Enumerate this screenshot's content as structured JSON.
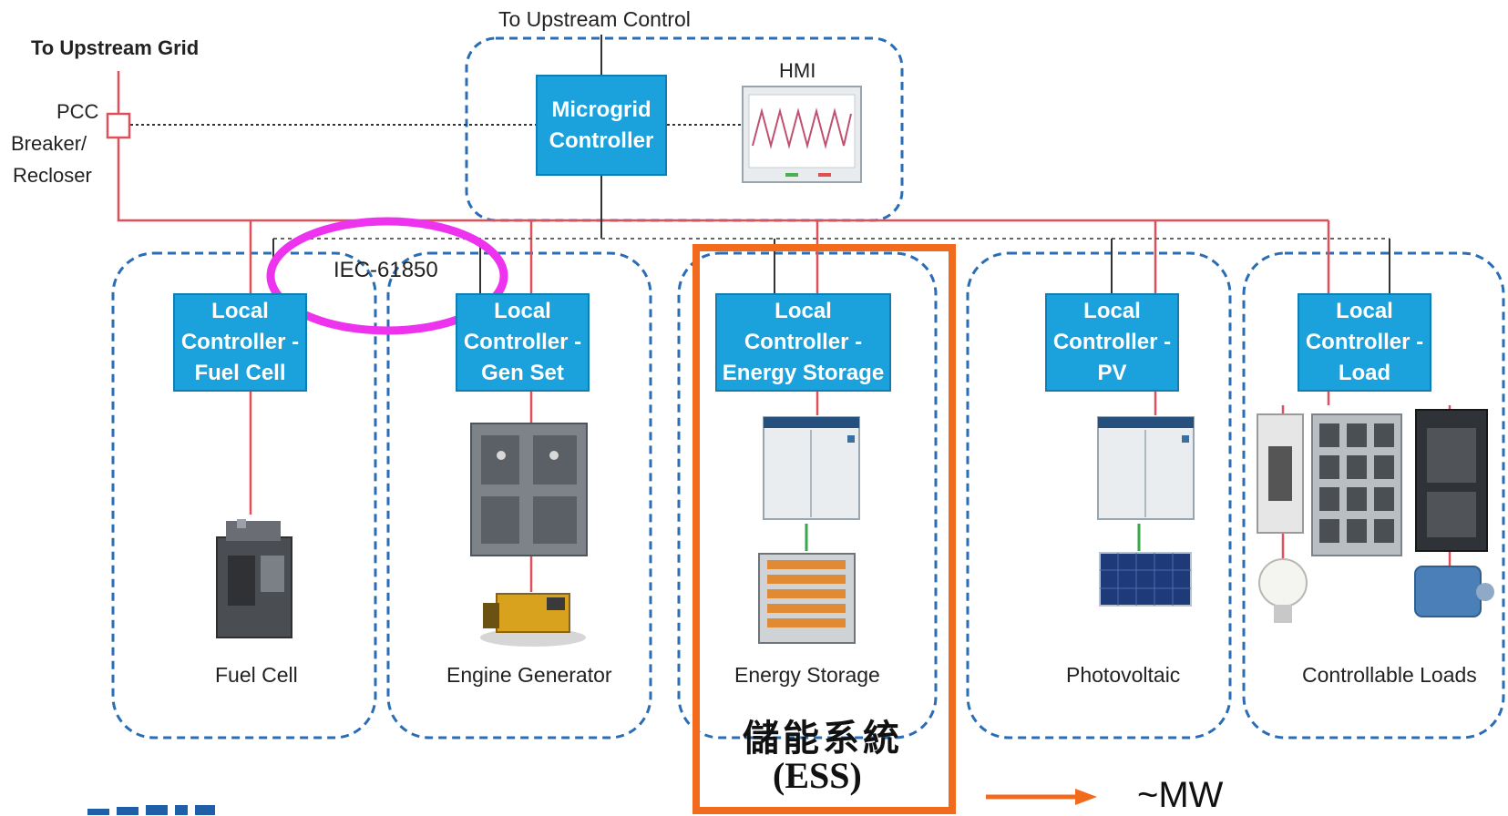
{
  "top": {
    "upstream_control": "To Upstream Control",
    "upstream_grid": "To Upstream Grid",
    "pcc_lines": [
      "PCC",
      "Breaker/",
      "Recloser"
    ],
    "hmi": "HMI"
  },
  "microgrid_controller": [
    "Microgrid",
    "Controller"
  ],
  "protocol_label": "IEC-61850",
  "subsystems": [
    {
      "controller": [
        "Local",
        "Controller -",
        "Fuel Cell"
      ],
      "caption": "Fuel Cell"
    },
    {
      "controller": [
        "Local",
        "Controller -",
        "Gen Set"
      ],
      "caption": "Engine Generator"
    },
    {
      "controller": [
        "Local",
        "Controller -",
        "Energy Storage"
      ],
      "caption": "Energy Storage"
    },
    {
      "controller": [
        "Local",
        "Controller -",
        "PV"
      ],
      "caption": "Photovoltaic"
    },
    {
      "controller": [
        "Local",
        "Controller -",
        "Load"
      ],
      "caption": "Controllable Loads"
    }
  ],
  "annotation": {
    "ess_chinese": "儲能系統",
    "ess_abbrev": "(ESS)",
    "scale": "~MW"
  },
  "colors": {
    "controller_fill": "#1ba1dc",
    "group_border": "#2a6db5",
    "power_line": "#e0505a",
    "highlight_ellipse": "#ee33ee",
    "ess_box": "#f26b1d"
  }
}
